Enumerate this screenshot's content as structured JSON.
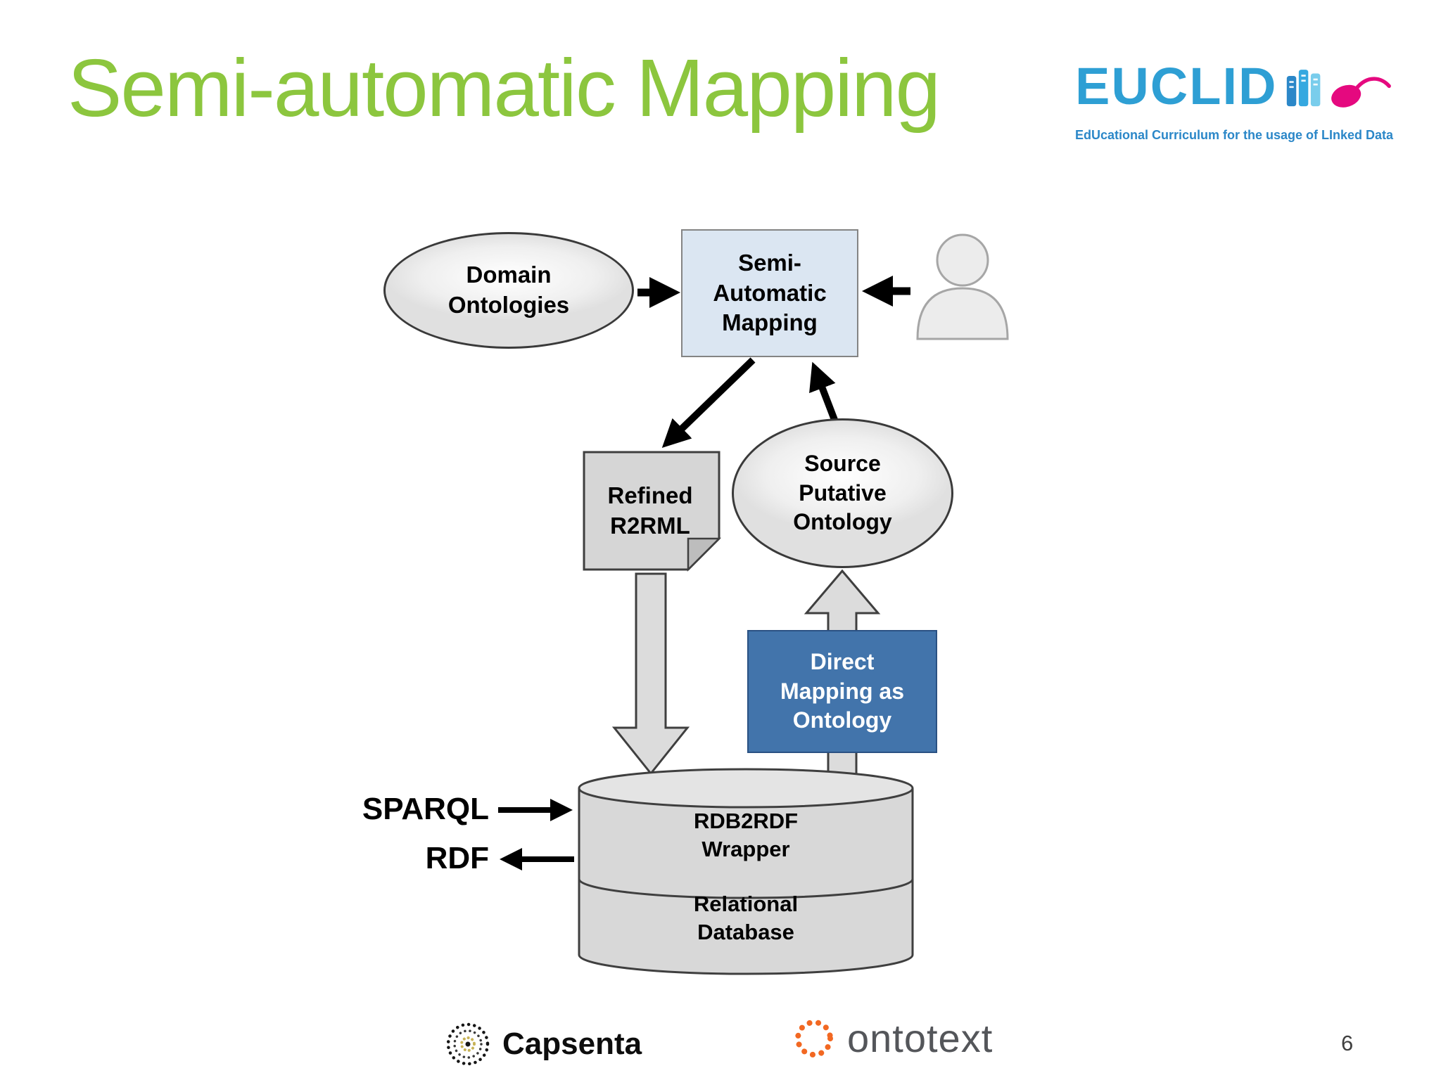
{
  "slide": {
    "title": "Semi-automatic Mapping",
    "page_number": "6"
  },
  "logos": {
    "euclid": {
      "name": "EUCLID",
      "tagline": "EdUcational Curriculum for the usage of LInked Data"
    },
    "capsenta": {
      "name": "Capsenta"
    },
    "ontotext": {
      "name": "ontotext"
    }
  },
  "diagram": {
    "nodes": {
      "domain_ontologies": {
        "label": "Domain\nOntologies",
        "shape": "ellipse"
      },
      "semi_automatic_mapping": {
        "label": "Semi-\nAutomatic\nMapping",
        "shape": "rectangle",
        "fill": "#dbe6f2"
      },
      "user": {
        "label": "",
        "shape": "person-icon"
      },
      "refined_r2rml": {
        "label": "Refined\nR2RML",
        "shape": "document"
      },
      "source_putative_ontology": {
        "label": "Source\nPutative\nOntology",
        "shape": "ellipse"
      },
      "direct_mapping_as_ontology": {
        "label": "Direct\nMapping as\nOntology",
        "shape": "rectangle",
        "fill": "#4274ab",
        "text_color": "#ffffff"
      },
      "rdb2rdf_wrapper": {
        "label": "RDB2RDF\nWrapper",
        "shape": "cylinder-section"
      },
      "relational_database": {
        "label": "Relational\nDatabase",
        "shape": "cylinder-section"
      }
    },
    "io_labels": {
      "sparql": "SPARQL",
      "rdf": "RDF"
    },
    "edges": [
      {
        "from": "domain_ontologies",
        "to": "semi_automatic_mapping",
        "style": "solid-arrow"
      },
      {
        "from": "user",
        "to": "semi_automatic_mapping",
        "style": "solid-arrow"
      },
      {
        "from": "semi_automatic_mapping",
        "to": "refined_r2rml",
        "style": "solid-arrow"
      },
      {
        "from": "source_putative_ontology",
        "to": "semi_automatic_mapping",
        "style": "solid-arrow"
      },
      {
        "from": "refined_r2rml",
        "to": "rdb2rdf_wrapper",
        "style": "hollow-arrow"
      },
      {
        "from": "relational_database",
        "to": "source_putative_ontology",
        "style": "hollow-arrow",
        "through": "direct_mapping_as_ontology"
      },
      {
        "from": "sparql",
        "to": "rdb2rdf_wrapper",
        "style": "solid-arrow"
      },
      {
        "from": "rdb2rdf_wrapper",
        "to": "rdf",
        "style": "solid-arrow"
      }
    ]
  },
  "colors": {
    "title_green": "#8cc63e",
    "euclid_blue": "#2e9fd4",
    "node_gray": "#d8d8d8",
    "light_blue_fill": "#dbe6f2",
    "dark_blue_fill": "#4274ab",
    "ontotext_orange": "#f26822"
  }
}
